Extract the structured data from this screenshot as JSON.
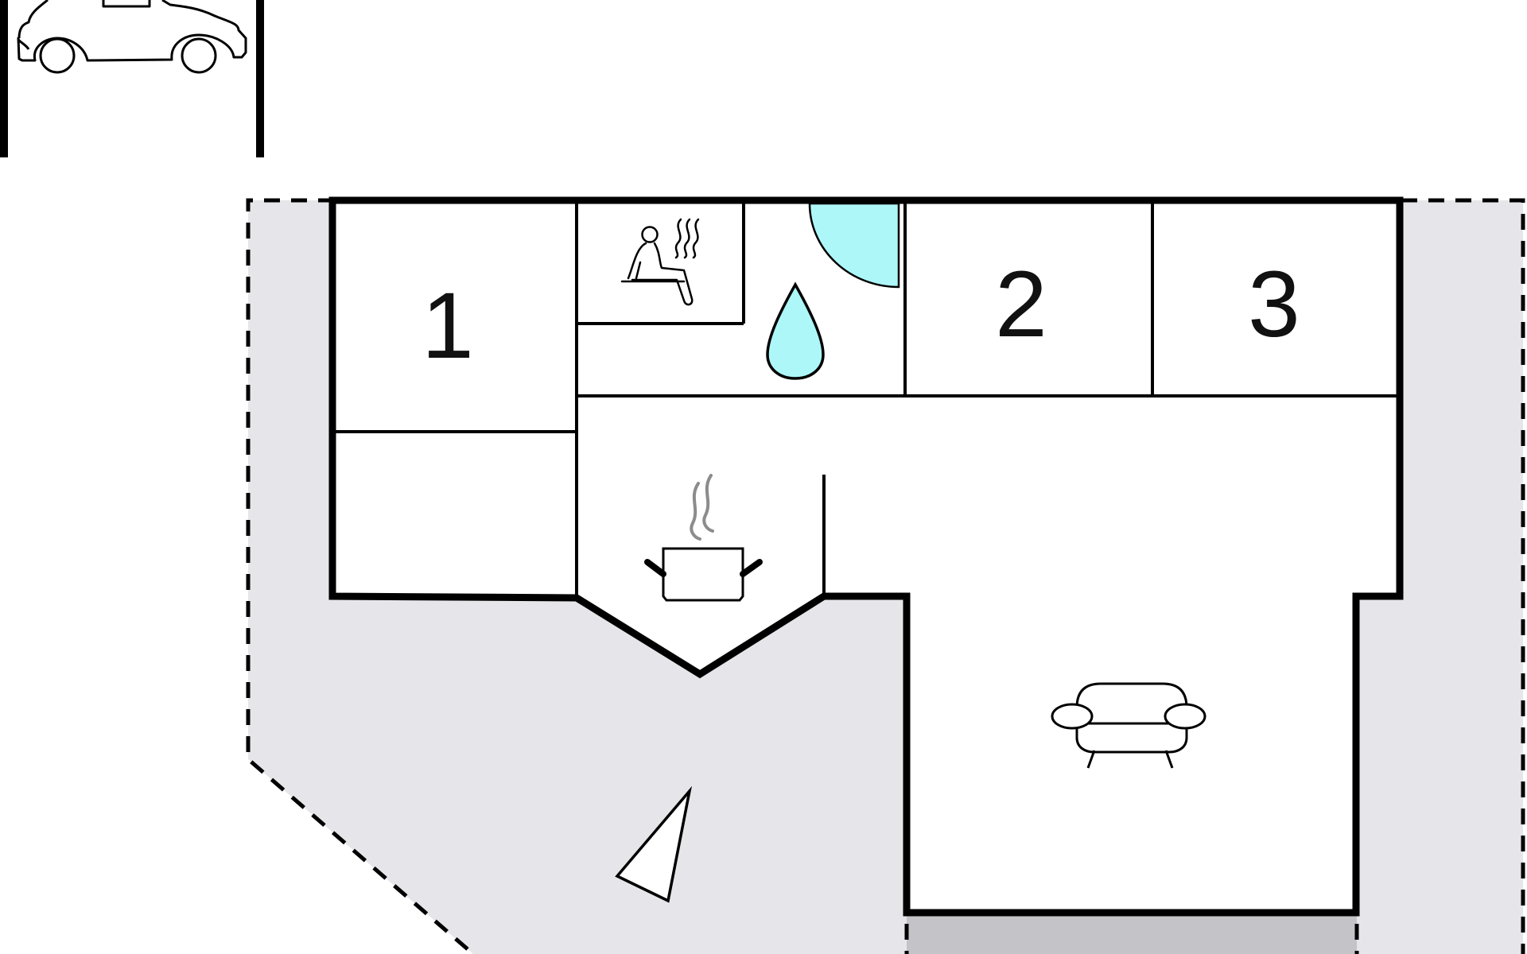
{
  "rooms": [
    {
      "id": "bedroom-1",
      "label": "1"
    },
    {
      "id": "bedroom-2",
      "label": "2"
    },
    {
      "id": "bedroom-3",
      "label": "3"
    }
  ],
  "icons": {
    "parking": "car-icon",
    "sauna": "sauna-icon",
    "bathroom": "water-drop-icon",
    "kitchen": "cooking-pot-icon",
    "living_room": "sofa-icon",
    "compass": "north-arrow-icon"
  },
  "colors": {
    "terrace": "#e6e6ea",
    "terrace_strip": "#c4c4c8",
    "walls": "#000000",
    "water": "#adf7f9",
    "steam": "#8c8c8c"
  }
}
